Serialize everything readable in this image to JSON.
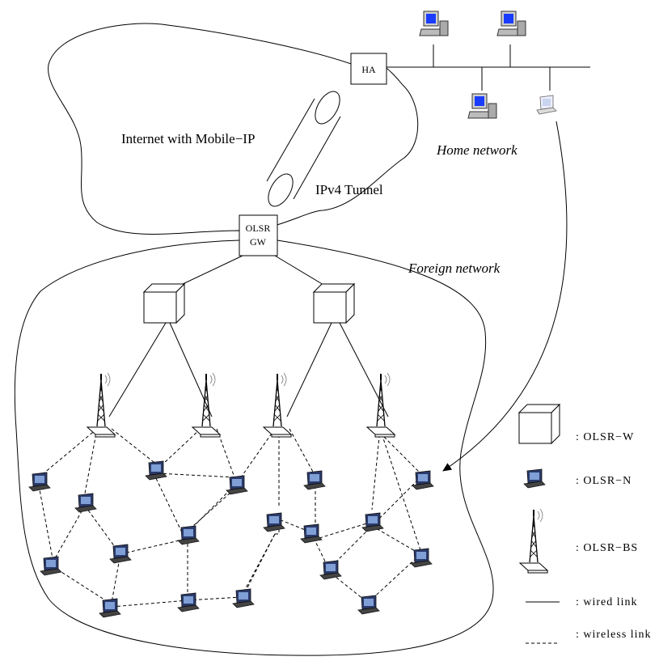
{
  "labels": {
    "ha": "HA",
    "internet": "Internet with Mobile−IP",
    "tunnel": "IPv4 Tunnel",
    "home_network": "Home network",
    "gw_line1": "OLSR",
    "gw_line2": "GW",
    "foreign_network": "Foreign network"
  },
  "legend": {
    "olsr_w": ": OLSR−W",
    "olsr_n": ": OLSR−N",
    "olsr_bs": ": OLSR−BS",
    "wired": ": wired link",
    "wireless": ": wireless link"
  },
  "icons": {
    "router": "router-box-icon",
    "laptop": "laptop-icon",
    "tower": "antenna-tower-icon",
    "desktop": "desktop-computer-icon"
  },
  "colors": {
    "monitor_screen": "#1a3cff",
    "line": "#000000"
  }
}
